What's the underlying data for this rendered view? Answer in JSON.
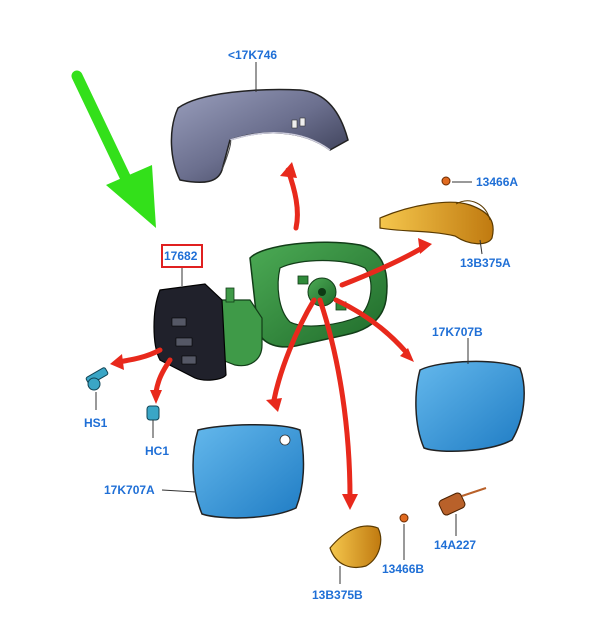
{
  "labels": {
    "cap": "<17K746",
    "indicator_top": "13B375A",
    "bulb_top": "13466A",
    "mirror_housing": "17682",
    "glass_right": "17K707B",
    "glass_left": "17K707A",
    "screw": "HS1",
    "clip": "HC1",
    "indicator_bottom": "13B375B",
    "bulb_bottom": "13466B",
    "wire": "14A227"
  },
  "colors": {
    "label_text": "#1f6fd6",
    "highlight_box": "#e02020",
    "pointer_arrow": "#33e01a",
    "explode_arrow": "#e8291c",
    "frame": "#2f8a3a",
    "cap": "#6b6f8e",
    "glass": "#2f96d8",
    "indicator": "#e0a020",
    "base": "#1f1f27"
  }
}
